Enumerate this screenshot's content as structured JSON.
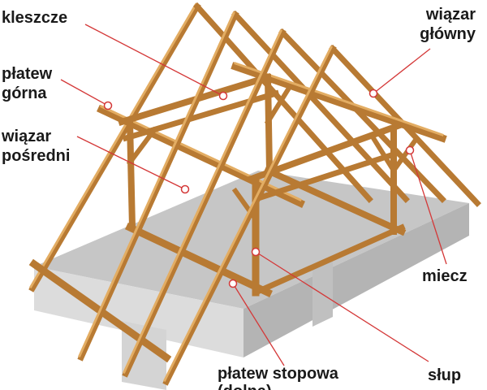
{
  "labels": {
    "kleszcze": "kleszcze",
    "wiazar_glowny_1": "wiązar",
    "wiazar_glowny_2": "główny",
    "platew_gorna_1": "płatew",
    "platew_gorna_2": "górna",
    "wiazar_posredni_1": "wiązar",
    "wiazar_posredni_2": "pośredni",
    "miecz": "miecz",
    "platew_stopowa_1": "płatew stopowa",
    "platew_stopowa_2": "(dolna)",
    "slup": "słup"
  },
  "colors": {
    "wood": "#d9994a",
    "wood_dark": "#b87a33",
    "leader": "#d43838",
    "slab_top": "#c9c9c9",
    "slab_side": "#e2e2e2"
  }
}
